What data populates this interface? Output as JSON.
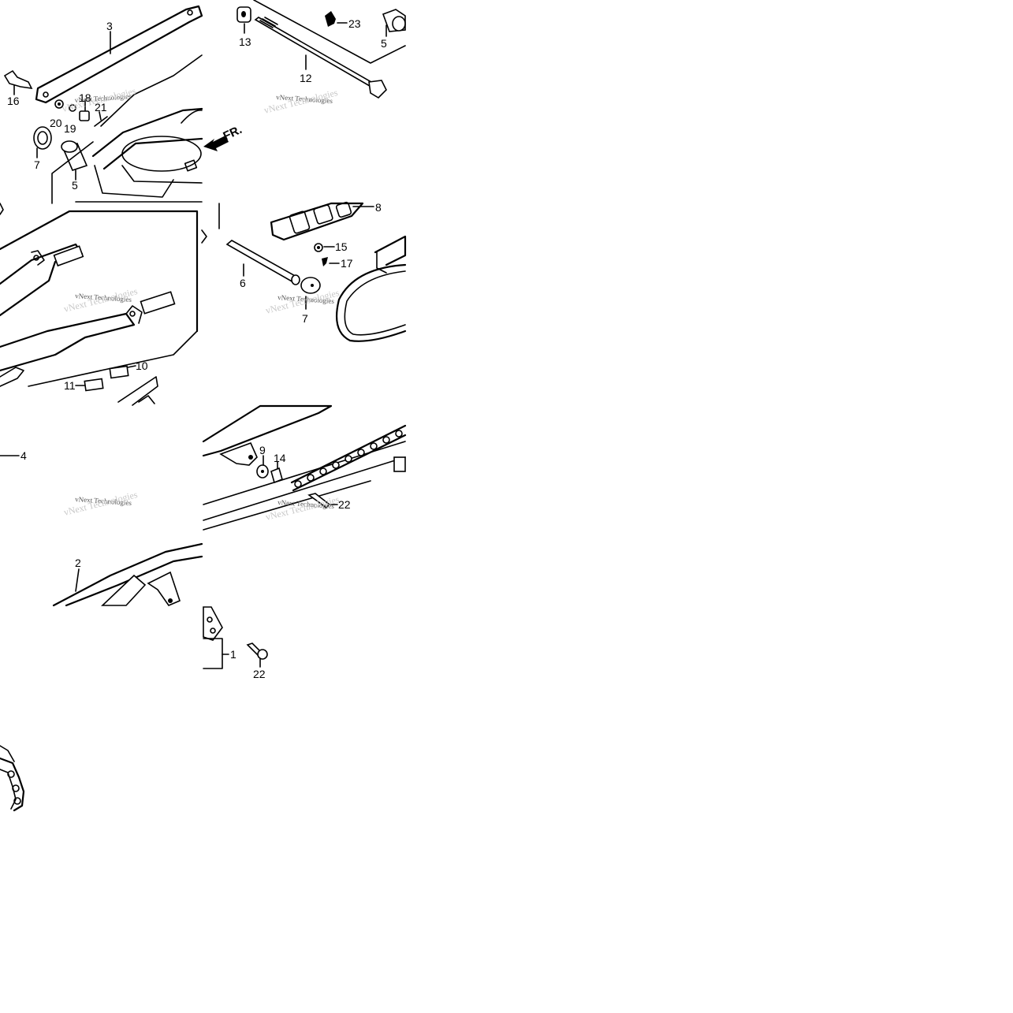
{
  "diagram": {
    "callouts": {
      "c1": "1",
      "c2": "2",
      "c3": "3",
      "c4": "4",
      "c5a": "5",
      "c5b": "5",
      "c6": "6",
      "c7a": "7",
      "c7b": "7",
      "c8": "8",
      "c9": "9",
      "c10": "10",
      "c11": "11",
      "c12": "12",
      "c13": "13",
      "c14": "14",
      "c15": "15",
      "c16": "16",
      "c17": "17",
      "c18": "18",
      "c19": "19",
      "c20": "20",
      "c21": "21",
      "c22a": "22",
      "c22b": "22",
      "c23": "23"
    },
    "front_marker": "FR.",
    "watermark": "vNext Technologies"
  }
}
